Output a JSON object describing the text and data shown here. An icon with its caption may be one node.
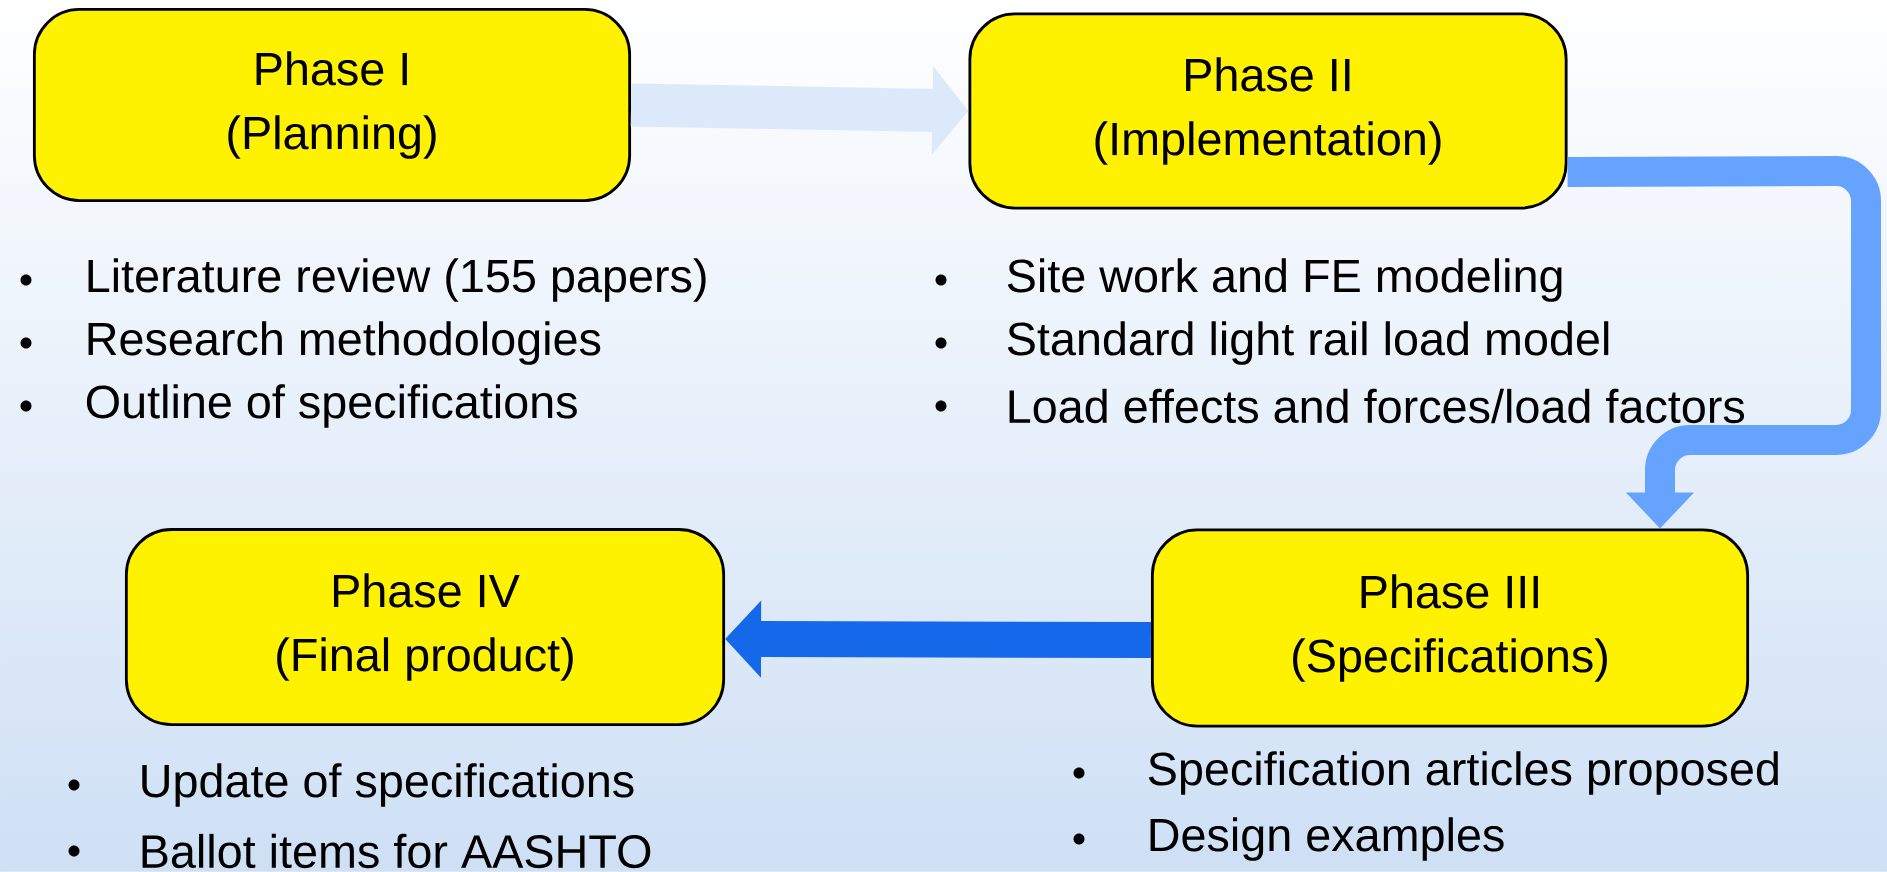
{
  "diagram": {
    "nodes": [
      {
        "text": [
          "Phase I",
          "(Planning)"
        ],
        "beside": [
          "Literature review (155 papers)",
          "Research methodologies",
          "Outline of specifications"
        ]
      },
      {
        "text": [
          "Phase II",
          "(Implementation)"
        ],
        "beside": [
          "Site work and FE modeling",
          "Standard light rail load model",
          "Load effects and forces/load factors"
        ]
      },
      {
        "text": [
          "Phase IV",
          "(Final product)"
        ],
        "beside": [
          "Update of specifications",
          "Ballot items for AASHTO"
        ]
      },
      {
        "text": [
          "Phase III",
          "(Specifications)"
        ],
        "beside": [
          "Specification articles proposed",
          "Design examples"
        ]
      }
    ],
    "edges": [
      {
        "from": 0,
        "to": 1,
        "arrow": "to",
        "color": "#dce9fa"
      },
      {
        "from": 1,
        "to": 3,
        "arrow": "to",
        "color": "#66a3ff"
      },
      {
        "from": 3,
        "to": 2,
        "arrow": "to",
        "color": "#1668ea"
      }
    ]
  }
}
